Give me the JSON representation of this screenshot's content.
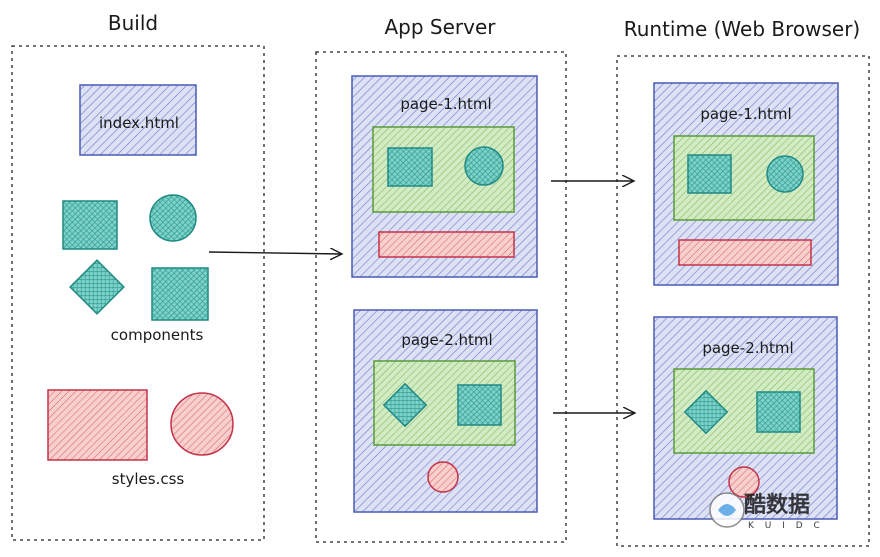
{
  "columns": {
    "build": "Build",
    "app_server": "App Server",
    "runtime": "Runtime (Web Browser)"
  },
  "build": {
    "index_file": "index.html",
    "components_label": "components",
    "styles_label": "styles.css"
  },
  "app_server": {
    "page1": "page-1.html",
    "page2": "page-2.html"
  },
  "runtime": {
    "page1": "page-1.html",
    "page2": "page-2.html"
  },
  "colors": {
    "blue_border": "#4a5bb5",
    "blue_fill": "#c7cdeb",
    "green_border": "#5a9a3a",
    "green_fill": "#cfe6bf",
    "teal_border": "#1f8a84",
    "teal_fill": "#5fc4b8",
    "red_border": "#c4324a",
    "red_fill": "#f2b4b2"
  },
  "watermark": {
    "title": "酷数据",
    "subtitle": "K U I D C"
  }
}
